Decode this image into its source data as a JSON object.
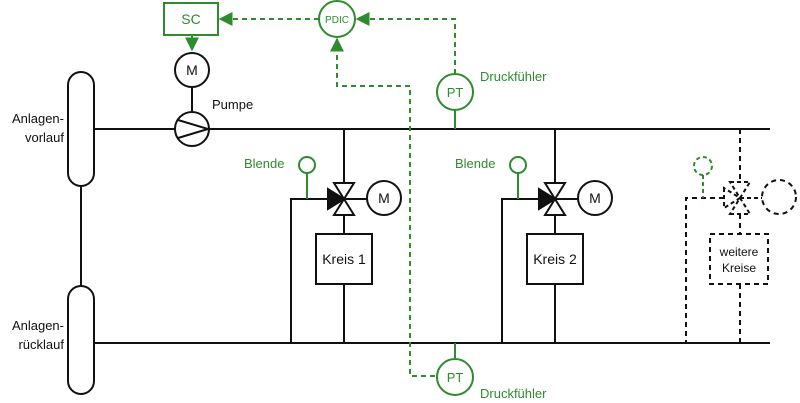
{
  "labels": {
    "sc": "SC",
    "motor_pump": "M",
    "pdic": "PDIC",
    "pt_top": "PT",
    "druckfuehler_top": "Druckfühler",
    "pumpe": "Pumpe",
    "anlagen_vorlauf_1": "Anlagen-",
    "anlagen_vorlauf_2": "vorlauf",
    "anlagen_ruecklauf_1": "Anlagen-",
    "anlagen_ruecklauf_2": "rücklauf",
    "blende_1": "Blende",
    "blende_2": "Blende",
    "motor_valve_1": "M",
    "motor_valve_2": "M",
    "kreis_1": "Kreis 1",
    "kreis_2": "Kreis 2",
    "weitere_1": "weitere",
    "weitere_2": "Kreise",
    "pt_bottom": "PT",
    "druckfuehler_bottom": "Druckfühler"
  },
  "colors": {
    "line": "#111111",
    "control": "#2e8b2e"
  }
}
